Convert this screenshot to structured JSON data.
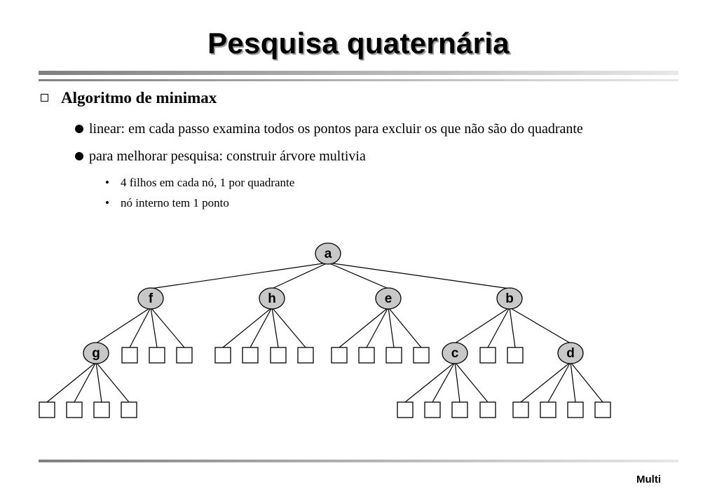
{
  "title": "Pesquisa quaternária",
  "section": {
    "heading": "Algoritmo de minimax",
    "bullets": [
      {
        "text": "linear: em cada passo examina todos os pontos para excluir os que não são do quadrante"
      },
      {
        "text": "para melhorar pesquisa: construir árvore multivia",
        "subbullets": [
          "4 filhos em cada nó, 1 por quadrante",
          "nó interno tem 1 ponto"
        ]
      }
    ]
  },
  "tree": {
    "node_fill": "#c8c8c8",
    "root": {
      "label": "a",
      "children": [
        {
          "label": "f",
          "children": [
            {
              "label": "g",
              "children": [
                null,
                null,
                null,
                null
              ]
            },
            null,
            null,
            null
          ]
        },
        {
          "label": "h",
          "children": [
            null,
            null,
            null,
            null
          ]
        },
        {
          "label": "e",
          "children": [
            null,
            null,
            null,
            null
          ]
        },
        {
          "label": "b",
          "children": [
            {
              "label": "c",
              "children": [
                null,
                null,
                null,
                null
              ]
            },
            null,
            null,
            {
              "label": "d",
              "children": [
                null,
                null,
                null,
                null
              ]
            }
          ]
        }
      ]
    }
  },
  "footer": "Multi"
}
